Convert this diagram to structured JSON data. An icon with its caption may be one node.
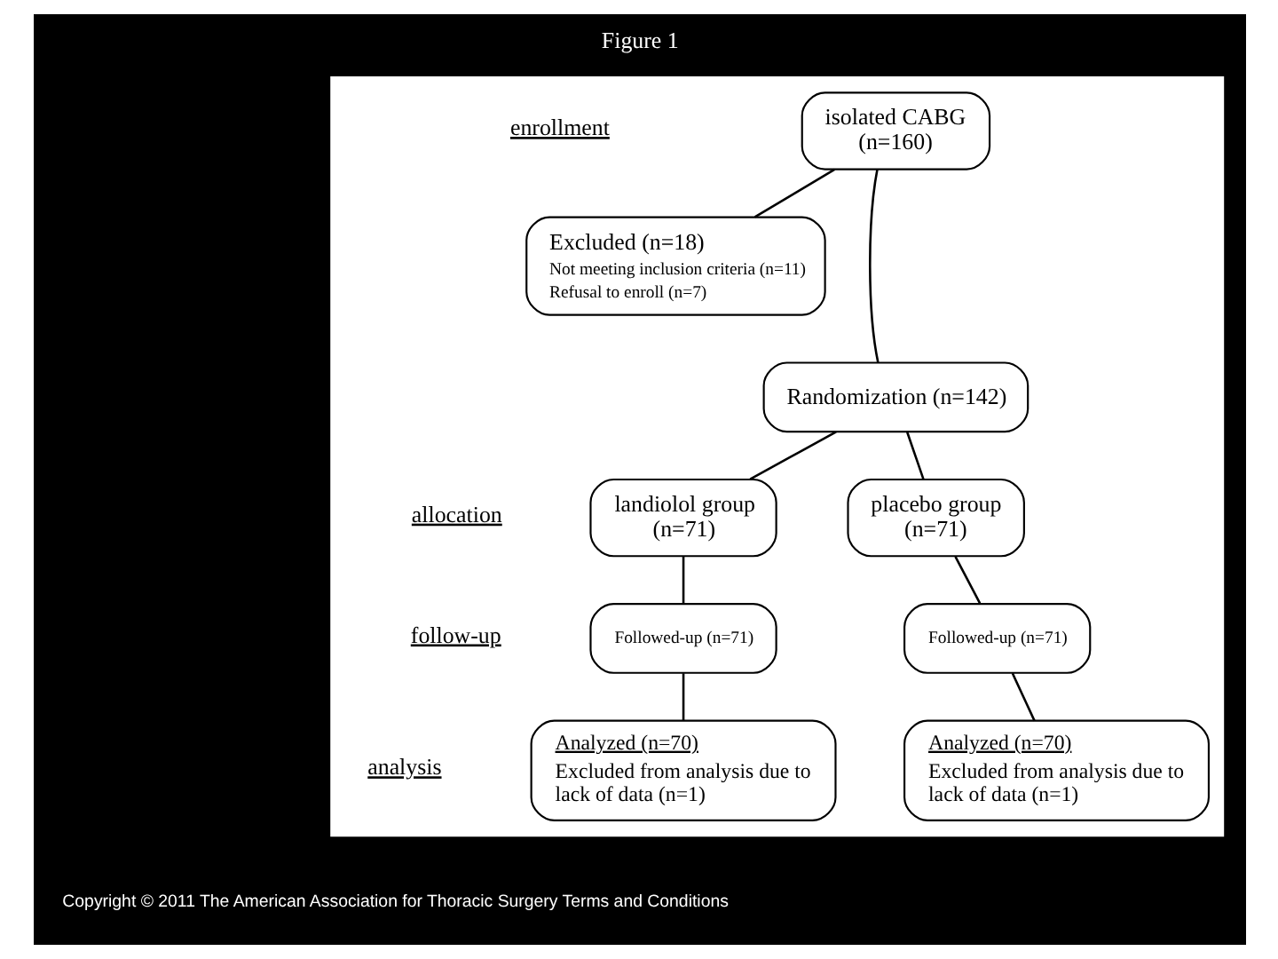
{
  "diagram": {
    "title": "Figure 1",
    "nodes": [
      {
        "text": [],
        "shape": "box"
      },
      {
        "text": [
          "isolated CABG (n=160)"
        ],
        "in": 0
      },
      {
        "text": [
          "Excluded (n=18)",
          "Not meeting inclusion criteria (n=11)",
          "Refusal to enroll (n=7)"
        ],
        "in": 0
      },
      {
        "text": [
          "Randomization (n=142)"
        ],
        "in": 0
      },
      {
        "text": [
          "landiolol group (n=71)"
        ],
        "in": 0
      },
      {
        "text": [
          "placebo group (n=71)"
        ],
        "in": 0
      },
      {
        "text": [
          "Followed-up (n=71)"
        ],
        "in": 0
      },
      {
        "text": [
          "Followed-up (n=71)"
        ],
        "in": 0
      },
      {
        "text": [
          "Analyzed (n=70)",
          "Excluded from analysis due to lack of data (n=1)"
        ],
        "in": 0
      },
      {
        "text": [
          "Analyzed (n=70)",
          "Excluded from analysis due to lack of data (n=1)"
        ],
        "in": 0
      }
    ],
    "edges": [
      {
        "from": 1,
        "to": 3,
        "arrow": "none"
      },
      {
        "from": 1,
        "to": 2,
        "arrow": "none"
      },
      {
        "from": 3,
        "to": 4,
        "arrow": "none"
      },
      {
        "from": 3,
        "to": 5,
        "arrow": "none"
      },
      {
        "from": 4,
        "to": 6,
        "arrow": "none"
      },
      {
        "from": 5,
        "to": 7,
        "arrow": "none"
      },
      {
        "from": 6,
        "to": 8,
        "arrow": "none"
      },
      {
        "from": 7,
        "to": 9,
        "arrow": "none"
      }
    ],
    "labels": [
      "enrollment",
      "allocation",
      "follow-up",
      "analysis",
      "Copyright © 2011 The American Association for Thoracic Surgery Terms and Conditions"
    ]
  }
}
